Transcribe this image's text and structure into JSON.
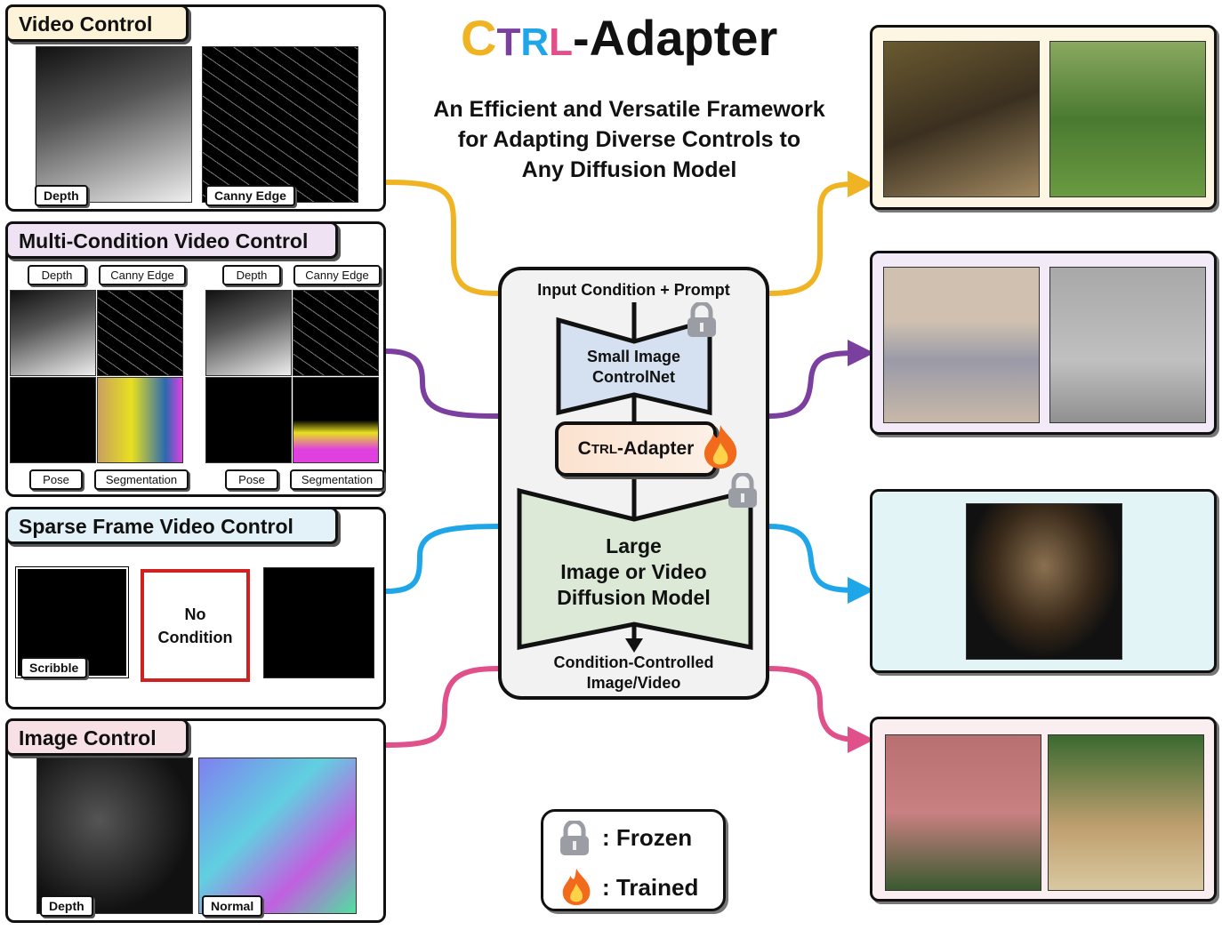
{
  "title": {
    "c": "C",
    "t": "T",
    "r": "R",
    "l": "L",
    "rest": "-Adapter"
  },
  "subtitle": [
    "An Efficient and Versatile Framework",
    "for Adapting Diverse Controls to",
    "Any Diffusion Model"
  ],
  "left_panels": {
    "video_control": {
      "header": "Video Control",
      "labels": [
        "Depth",
        "Canny Edge"
      ]
    },
    "multi_condition": {
      "header": "Multi-Condition Video Control",
      "labels": [
        "Depth",
        "Canny Edge",
        "Depth",
        "Canny Edge",
        "Pose",
        "Segmentation",
        "Pose",
        "Segmentation"
      ]
    },
    "sparse_frame": {
      "header": "Sparse Frame Video Control",
      "labels": [
        "Scribble"
      ],
      "no_condition": [
        "No",
        "Condition"
      ]
    },
    "image_control": {
      "header": "Image Control",
      "labels": [
        "Depth",
        "Normal"
      ]
    }
  },
  "pipeline": {
    "input": "Input Condition + Prompt",
    "controlnet": [
      "Small Image",
      "ControlNet"
    ],
    "adapter": {
      "c": "C",
      "trl": "TRL",
      "rest": "-Adapter"
    },
    "diffusion": [
      "Large",
      "Image or Video",
      "Diffusion Model"
    ],
    "output": [
      "Condition-Controlled",
      "Image/Video"
    ]
  },
  "legend": {
    "frozen": ": Frozen",
    "trained": ": Trained"
  },
  "colors": {
    "orange": "#f0b323",
    "purple": "#7b3fa0",
    "blue": "#1ea6e8",
    "pink": "#e0508a"
  }
}
